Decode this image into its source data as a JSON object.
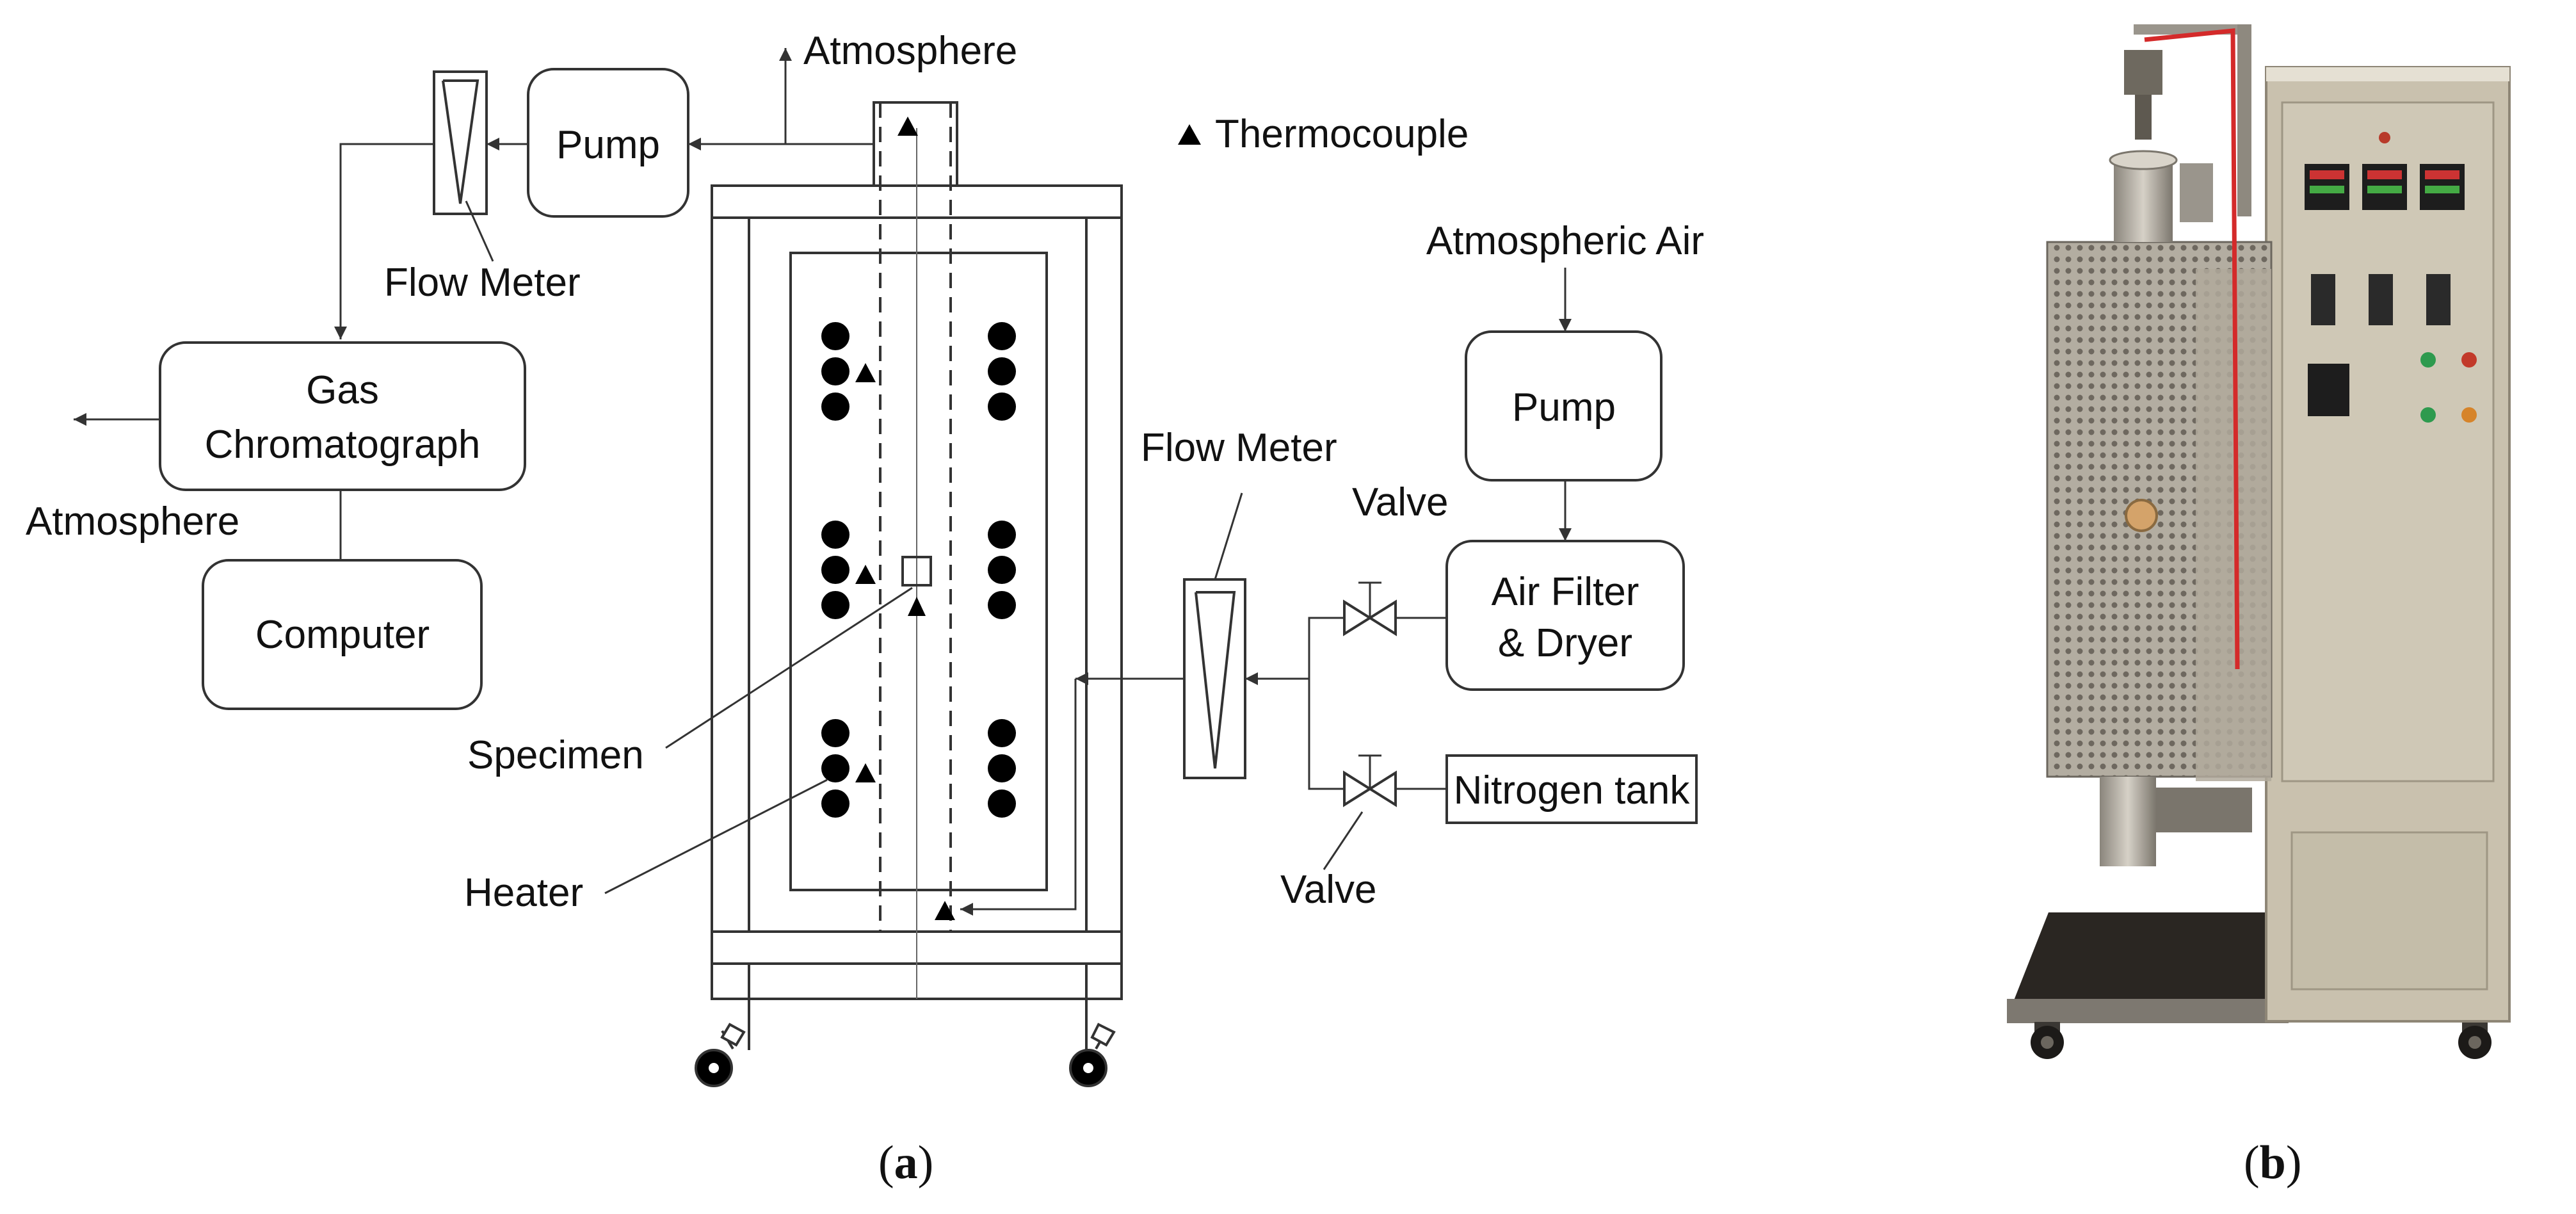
{
  "diagram": {
    "labels": {
      "atmosphere_top": "Atmosphere",
      "thermocouple_legend": "Thermocouple",
      "pump_left": "Pump",
      "flow_meter_left": "Flow Meter",
      "gas_chromatograph_line1": "Gas",
      "gas_chromatograph_line2": "Chromatograph",
      "atmosphere_left": "Atmosphere",
      "computer": "Computer",
      "specimen": "Specimen",
      "heater": "Heater",
      "atmospheric_air": "Atmospheric Air",
      "pump_right": "Pump",
      "flow_meter_right": "Flow Meter",
      "valve_top": "Valve",
      "air_filter_line1": "Air Filter",
      "air_filter_line2": "& Dryer",
      "nitrogen_tank": "Nitrogen tank",
      "valve_bottom": "Valve"
    },
    "captions": {
      "a_open": "(",
      "a_letter": "a",
      "a_close": ")",
      "b_open": "(",
      "b_letter": "b",
      "b_close": ")"
    }
  },
  "photo": {
    "panel_colors": {
      "frame": "#c9c1ae",
      "chamber": "#b8b2a6",
      "base": "#2a2622",
      "red_wire": "#d42a2a",
      "display": "#1d1d1d"
    }
  }
}
